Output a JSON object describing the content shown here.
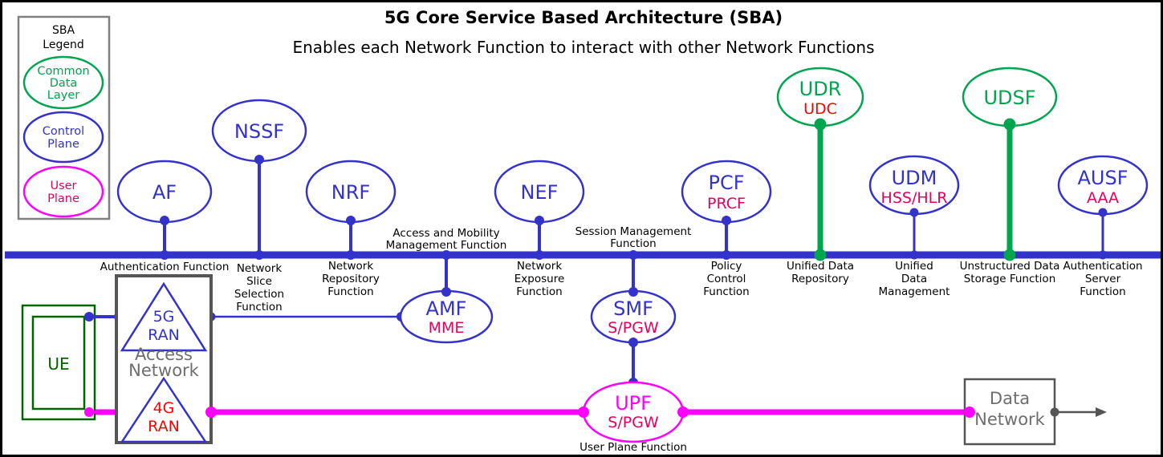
{
  "header": {
    "title": "5G Core Service Based Architecture (SBA)",
    "subtitle": "Enables each Network Function to interact with other Network Functions"
  },
  "colors": {
    "control_plane": "#3333cc",
    "common_data_layer": "#00a550",
    "user_plane": "#ff00ff",
    "legacy_red": "#ff0000",
    "legacy_crimson": "#e8005a",
    "box_gray": "#666666",
    "ue_green": "#006600",
    "black": "#000000"
  },
  "legend": {
    "title_line1": "SBA",
    "title_line2": "Legend",
    "items": [
      {
        "name": "common-data-layer",
        "lines": [
          "Common",
          "Data",
          "Layer"
        ],
        "color": "#00a550"
      },
      {
        "name": "control-plane",
        "lines": [
          "Control",
          "Plane"
        ],
        "color": "#3333cc"
      },
      {
        "name": "user-plane",
        "lines": [
          "User",
          "Plane"
        ],
        "color": "#ff00ff"
      }
    ]
  },
  "network_functions": [
    {
      "id": "af",
      "acronym": "AF",
      "legacy": "",
      "caption": [
        "Authentication Function"
      ],
      "plane": "control"
    },
    {
      "id": "nssf",
      "acronym": "NSSF",
      "legacy": "",
      "caption": [
        "Network",
        "Slice",
        "Selection",
        "Function"
      ],
      "plane": "control"
    },
    {
      "id": "nrf",
      "acronym": "NRF",
      "legacy": "",
      "caption": [
        "Network",
        "Repository",
        "Function"
      ],
      "plane": "control"
    },
    {
      "id": "amf",
      "acronym": "AMF",
      "legacy": "MME",
      "caption": [
        "Access and Mobility",
        "Management Function"
      ],
      "plane": "control"
    },
    {
      "id": "nef",
      "acronym": "NEF",
      "legacy": "",
      "caption": [
        "Network",
        "Exposure",
        "Function"
      ],
      "plane": "control"
    },
    {
      "id": "smf",
      "acronym": "SMF",
      "legacy": "S/PGW",
      "caption": [
        "Session Management",
        "Function"
      ],
      "plane": "control"
    },
    {
      "id": "pcf",
      "acronym": "PCF",
      "legacy": "PRCF",
      "caption": [
        "Policy",
        "Control",
        "Function"
      ],
      "plane": "control"
    },
    {
      "id": "udr",
      "acronym": "UDR",
      "legacy": "UDC",
      "caption": [
        "Unified Data",
        "Repository"
      ],
      "plane": "data"
    },
    {
      "id": "udm",
      "acronym": "UDM",
      "legacy": "HSS/HLR",
      "caption": [
        "Unified",
        "Data",
        "Management"
      ],
      "plane": "control"
    },
    {
      "id": "udsf",
      "acronym": "UDSF",
      "legacy": "",
      "caption": [
        "Unstructured Data",
        "Storage Function"
      ],
      "plane": "data"
    },
    {
      "id": "ausf",
      "acronym": "AUSF",
      "legacy": "AAA",
      "caption": [
        "Authentication",
        "Server",
        "Function"
      ],
      "plane": "control"
    },
    {
      "id": "upf",
      "acronym": "UPF",
      "legacy": "S/PGW",
      "caption": [
        "User Plane Function"
      ],
      "plane": "user"
    }
  ],
  "access_network": {
    "label_line1": "Access",
    "label_line2": "Network",
    "radios": [
      {
        "id": "ran5g",
        "line1": "5G",
        "line2": "RAN",
        "color": "#3333cc"
      },
      {
        "id": "ran4g",
        "line1": "4G",
        "line2": "RAN",
        "color": "#ff0000"
      }
    ]
  },
  "ue": {
    "label": "UE"
  },
  "data_network": {
    "line1": "Data",
    "line2": "Network"
  }
}
